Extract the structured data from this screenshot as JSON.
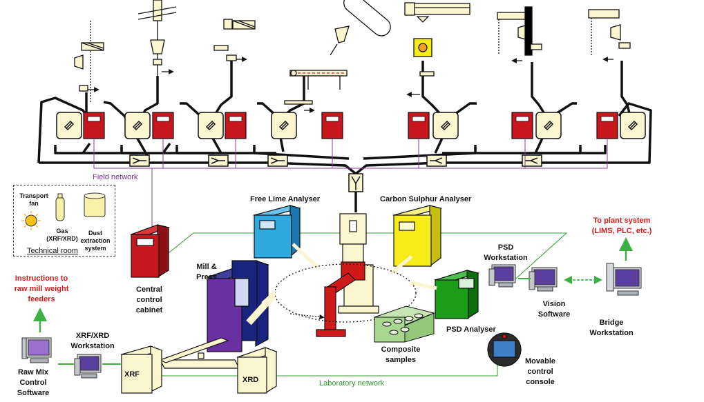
{
  "labels": {
    "field_network": "Field network",
    "laboratory_network": "Laboratory network",
    "free_lime": "Free Lime Analyser",
    "carbon_sulphur": "Carbon Sulphur Analyser",
    "to_plant_1": "To plant system",
    "to_plant_2": "(LIMS, PLC, etc.)",
    "psd_ws_1": "PSD",
    "psd_ws_2": "Workstation",
    "mill_1": "Mill &",
    "mill_2": "Press",
    "central_1": "Central",
    "central_2": "control",
    "central_3": "cabinet",
    "vision_1": "Vision",
    "vision_2": "Software",
    "bridge_1": "Bridge",
    "bridge_2": "Workstation",
    "psd_analyser": "PSD Analyser",
    "instr_1": "Instructions to",
    "instr_2": "raw mill weight",
    "instr_3": "feeders",
    "xrfxrd_1": "XRF/XRD",
    "xrfxrd_2": "Workstation",
    "xrf": "XRF",
    "xrd": "XRD",
    "composite_1": "Composite",
    "composite_2": "samples",
    "movable_1": "Movable",
    "movable_2": "control",
    "movable_3": "console",
    "rawmix_1": "Raw Mix",
    "rawmix_2": "Control",
    "rawmix_3": "Software"
  },
  "legend": {
    "transport_1": "Transport",
    "transport_2": "fan",
    "gas_1": "Gas",
    "gas_2": "(XRF/XRD)",
    "dust_1": "Dust",
    "dust_2": "extraction",
    "dust_3": "system",
    "title": "Technical room"
  },
  "colors": {
    "red_cabinet": "#c8161d",
    "blue_analyser": "#2fa8e0",
    "yellow_analyser": "#f5ec18",
    "green_analyser": "#1a9e1a",
    "purple_press": "#6a2fa0",
    "navy_press": "#1a237e",
    "field_network_line": "#8b3a9b",
    "lab_network_line": "#2f9a2f",
    "arrow_green": "#3cb043",
    "pipe": "#111111",
    "sender_fill": "#fbf6cf"
  }
}
